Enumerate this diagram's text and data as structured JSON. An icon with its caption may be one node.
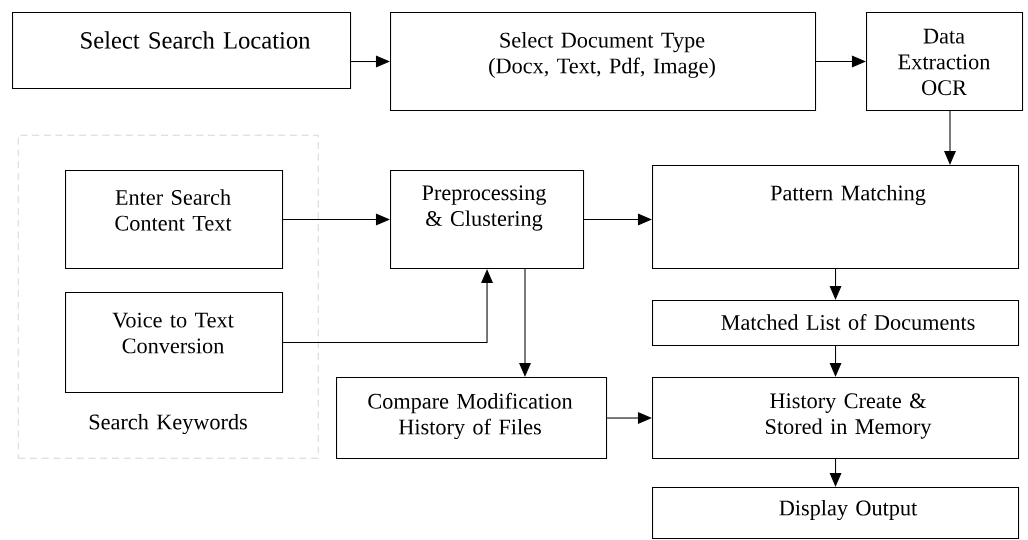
{
  "diagram": {
    "nodes": [
      {
        "text": [
          "Select Search Location"
        ]
      },
      {
        "text": [
          "Select Document Type (Docx, Text, Pdf, Image)"
        ]
      },
      {
        "text": [
          "Data Extraction OCR"
        ]
      },
      {
        "text": [
          "Search Keywords"
        ]
      },
      {
        "text": [
          "Enter Search Content Text"
        ],
        "in": 3
      },
      {
        "text": [
          "Voice to Text Conversion"
        ],
        "in": 3
      },
      {
        "text": [
          "Preprocessing & Clustering"
        ]
      },
      {
        "text": [
          "Pattern Matching"
        ]
      },
      {
        "text": [
          "Matched List of Documents"
        ]
      },
      {
        "text": [
          "Compare Modification History of Files"
        ]
      },
      {
        "text": [
          "History Create & Stored in Memory"
        ]
      },
      {
        "text": [
          "Display Output"
        ]
      }
    ],
    "edges": [
      {
        "from": 0,
        "to": 1,
        "arrow": "to"
      },
      {
        "from": 1,
        "to": 2,
        "arrow": "to"
      },
      {
        "from": 2,
        "to": 7,
        "arrow": "to"
      },
      {
        "from": 4,
        "to": 6,
        "arrow": "to"
      },
      {
        "from": 5,
        "to": 6,
        "arrow": "to"
      },
      {
        "from": 6,
        "to": 7,
        "arrow": "to"
      },
      {
        "from": 6,
        "to": 9,
        "arrow": "to"
      },
      {
        "from": 9,
        "to": 10,
        "arrow": "to"
      },
      {
        "from": 7,
        "to": 8,
        "arrow": "to"
      },
      {
        "from": 8,
        "to": 10,
        "arrow": "to"
      },
      {
        "from": 10,
        "to": 11,
        "arrow": "to"
      }
    ]
  }
}
